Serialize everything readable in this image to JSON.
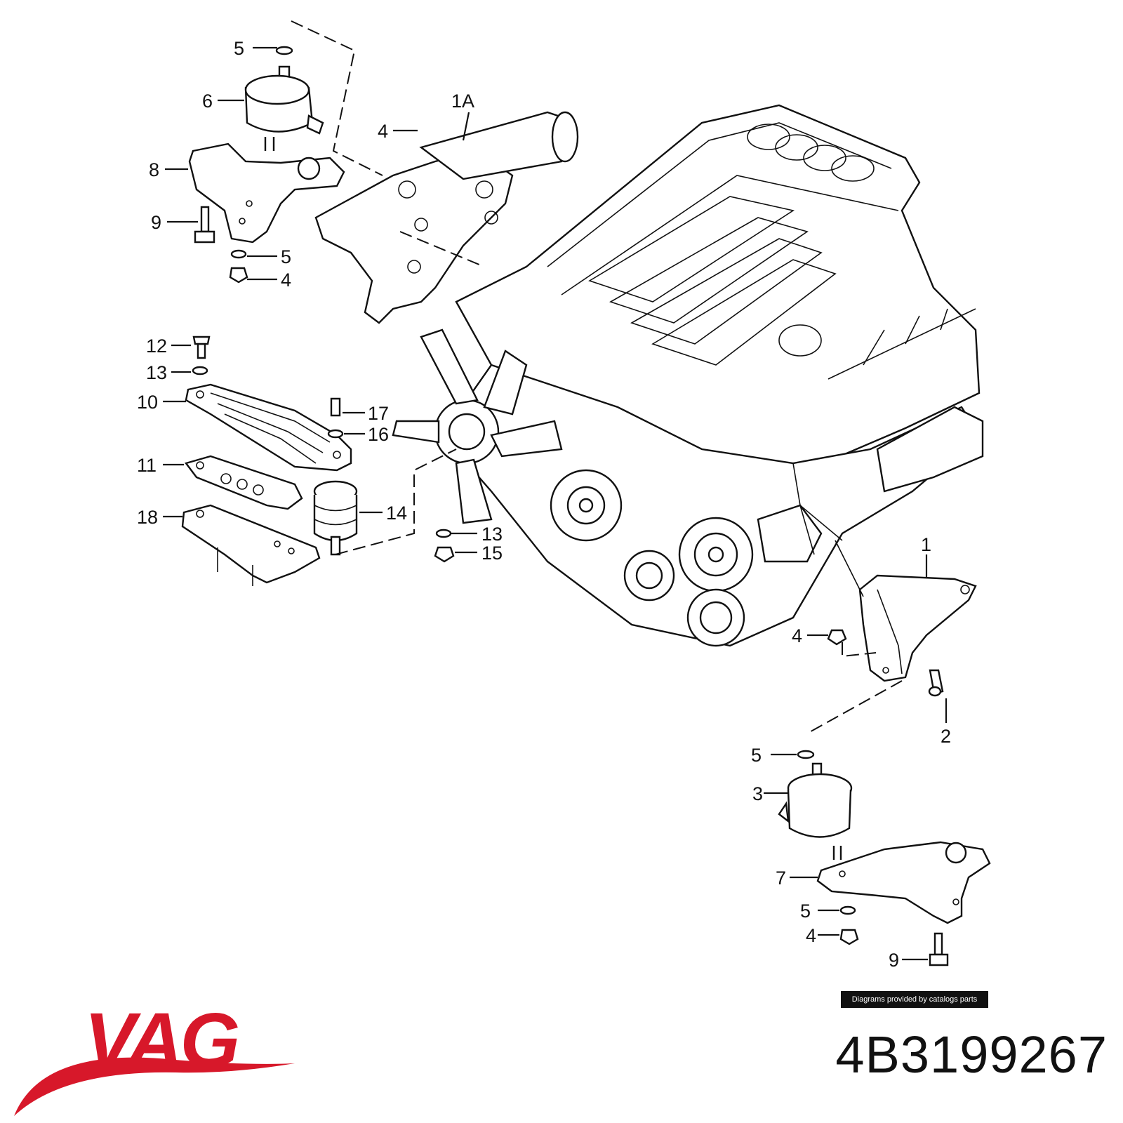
{
  "callouts": {
    "c5a": "5",
    "c6": "6",
    "c1A": "1A",
    "c4a": "4",
    "c8": "8",
    "c9a": "9",
    "c5b": "5",
    "c4b": "4",
    "c12": "12",
    "c13a": "13",
    "c10": "10",
    "c17": "17",
    "c16": "16",
    "c11": "11",
    "c14": "14",
    "c18": "18",
    "c13b": "13",
    "c15": "15",
    "c1": "1",
    "c4c": "4",
    "c2": "2",
    "c5c": "5",
    "c3": "3",
    "c7": "7",
    "c5d": "5",
    "c4d": "4",
    "c9b": "9"
  },
  "credit": "Diagrams provided by catalogs parts",
  "brand": {
    "name": "VAG",
    "color": "#d7182a"
  },
  "part_number": "4B3199267"
}
